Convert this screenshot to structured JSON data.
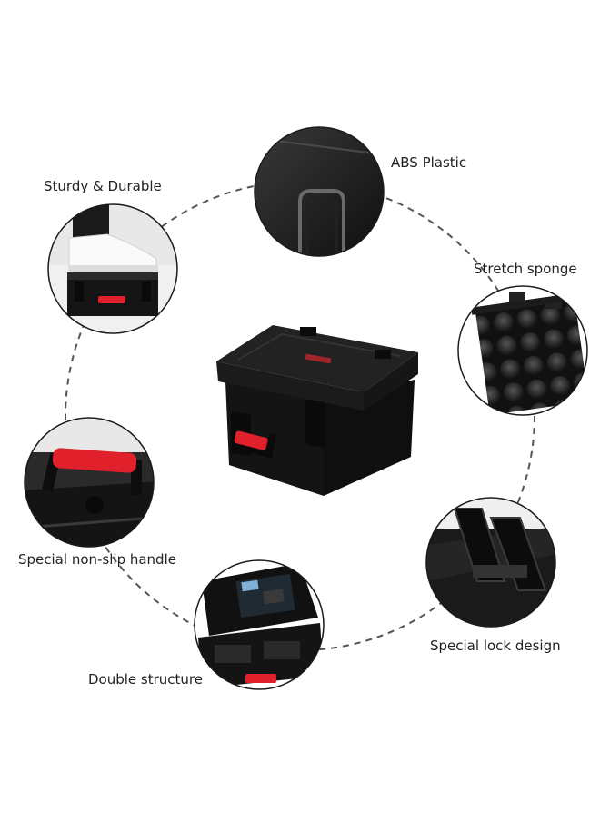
{
  "features": [
    {
      "id": "sturdy",
      "label": "Sturdy & Durable",
      "icon": "shoe-on-case-photo"
    },
    {
      "id": "abs",
      "label": "ABS Plastic",
      "icon": "case-surface-photo"
    },
    {
      "id": "sponge",
      "label": "Stretch sponge",
      "icon": "egg-crate-foam-photo"
    },
    {
      "id": "handle",
      "label": "Special non-slip handle",
      "icon": "red-handle-photo"
    },
    {
      "id": "lock",
      "label": "Special lock design",
      "icon": "latch-lock-photo"
    },
    {
      "id": "double",
      "label": "Double structure",
      "icon": "open-case-photo"
    }
  ],
  "colors": {
    "case_black": "#151515",
    "case_dark": "#2a2a2a",
    "accent_red": "#e0202a",
    "ring_border": "#1a1a1a",
    "dash": "#555555"
  }
}
